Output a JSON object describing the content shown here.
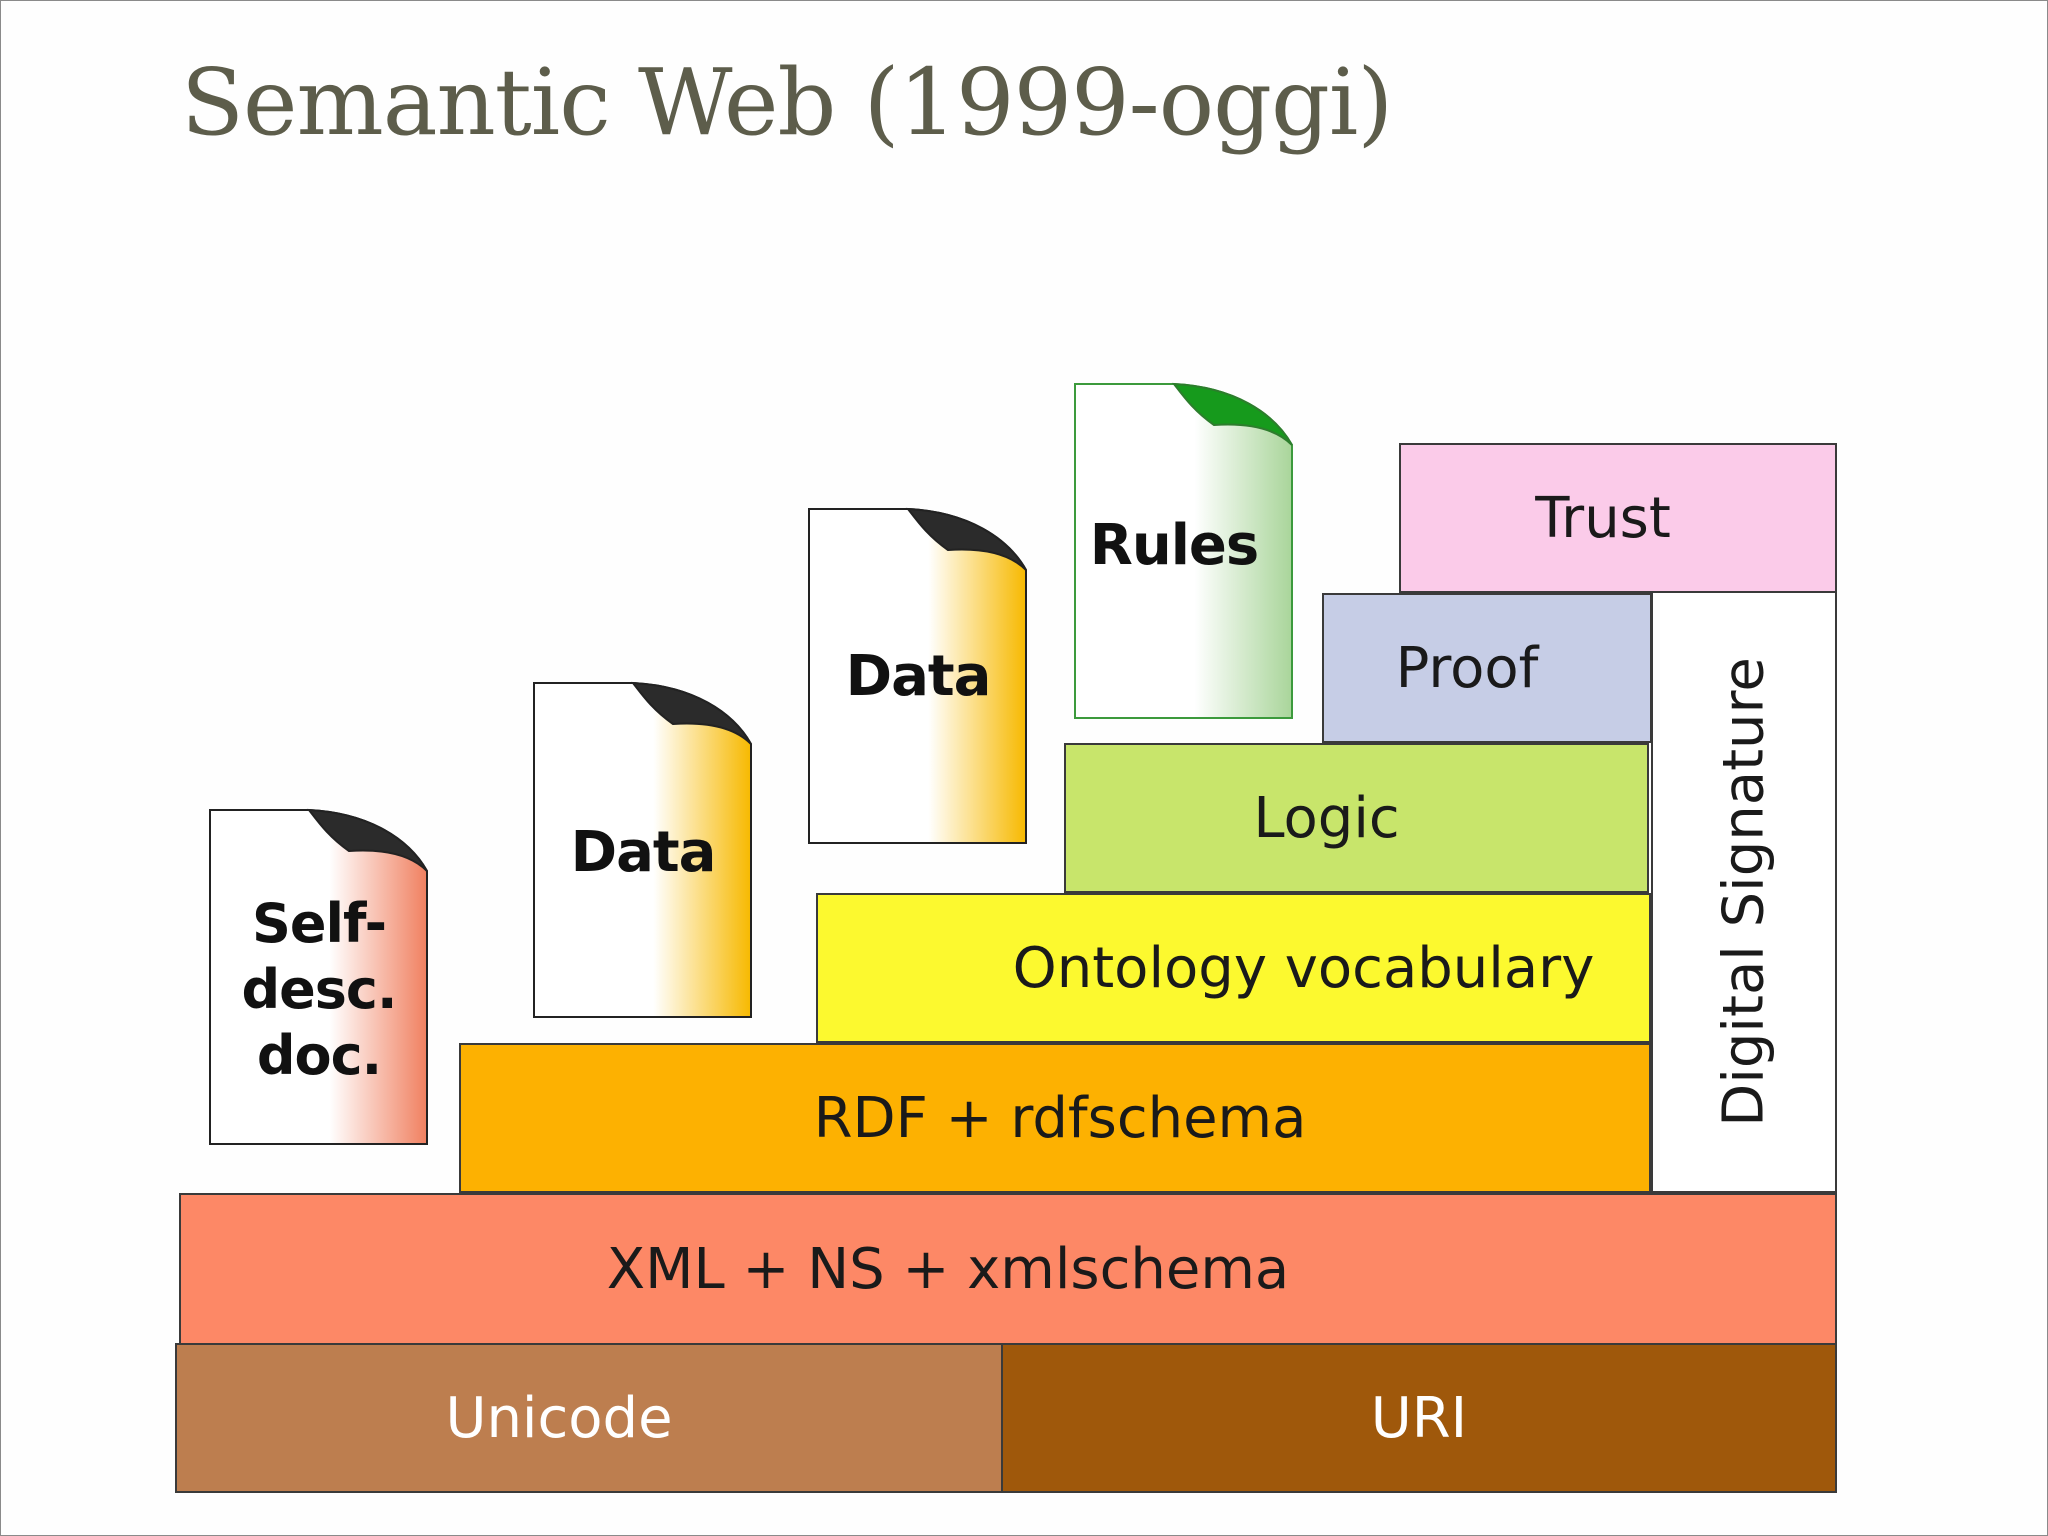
{
  "slide": {
    "title": "Semantic Web (1999-oggi)"
  },
  "diagram": {
    "layers": {
      "unicode": "Unicode",
      "uri": "URI",
      "xml": "XML + NS + xmlschema",
      "rdf": "RDF + rdfschema",
      "ontology": "Ontology vocabulary",
      "logic": "Logic",
      "proof": "Proof",
      "trust": "Trust",
      "digital_signature": "Digital Signature"
    },
    "documents": {
      "self_desc": "Self-\ndesc.\ndoc.",
      "data_1": "Data",
      "data_2": "Data",
      "rules": "Rules"
    }
  },
  "colors": {
    "unicode": "#bd7e4f",
    "uri": "#9f580b",
    "xml": "#fd8866",
    "rdf": "#fdb101",
    "ontology": "#fcf92f",
    "logic": "#c8e56b",
    "proof": "#c6cde6",
    "trust": "#fbcbe9",
    "digital_signature": "#ffffff",
    "title": "#5d5d4b"
  }
}
